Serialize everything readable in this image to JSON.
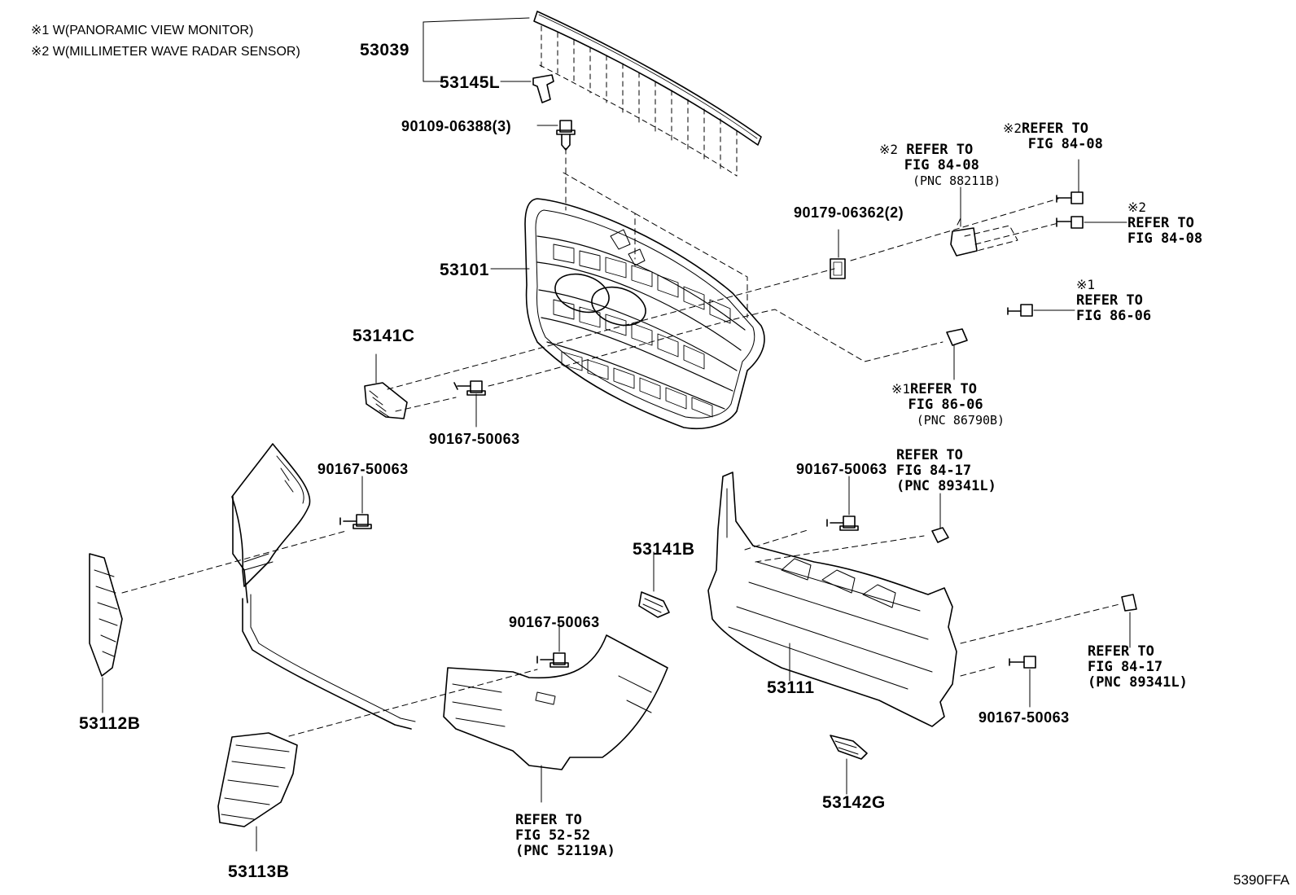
{
  "notes": [
    {
      "symbol": "※1",
      "text": "W(PANORAMIC VIEW MONITOR)"
    },
    {
      "symbol": "※2",
      "text": "W(MILLIMETER WAVE RADAR SENSOR)"
    }
  ],
  "parts": {
    "p53039": "53039",
    "p53145L": "53145L",
    "p90109": "90109-06388(3)",
    "p53101": "53101",
    "p90179": "90179-06362(2)",
    "p53141C": "53141C",
    "p90167_a": "90167-50063",
    "p90167_b": "90167-50063",
    "p90167_c": "90167-50063",
    "p90167_d": "90167-50063",
    "p90167_e": "90167-50063",
    "p53141B": "53141B",
    "p53112B": "53112B",
    "p53113B": "53113B",
    "p53111": "53111",
    "p53142G": "53142G"
  },
  "refs": {
    "r1": {
      "symbol": "※2",
      "line1": "REFER TO",
      "line2": "FIG 84-08",
      "line3": "(PNC 88211B)"
    },
    "r2": {
      "symbol": "※2",
      "line1": "REFER TO",
      "line2": "FIG 84-08"
    },
    "r3": {
      "symbol": "※2",
      "line1": "REFER TO",
      "line2": "FIG 84-08"
    },
    "r4": {
      "symbol": "※1",
      "line1": "REFER TO",
      "line2": "FIG 86-06"
    },
    "r5": {
      "symbol": "※1",
      "line1": "REFER TO",
      "line2": "FIG 86-06",
      "line3": "(PNC 86790B)"
    },
    "r6": {
      "line1": "REFER TO",
      "line2": "FIG 84-17",
      "line3": "(PNC 89341L)"
    },
    "r7": {
      "line1": "REFER TO",
      "line2": "FIG 84-17",
      "line3": "(PNC 89341L)"
    },
    "r8": {
      "line1": "REFER TO",
      "line2": "FIG 52-52",
      "line3": "(PNC 52119A)"
    }
  },
  "figure_code": "5390FFA"
}
